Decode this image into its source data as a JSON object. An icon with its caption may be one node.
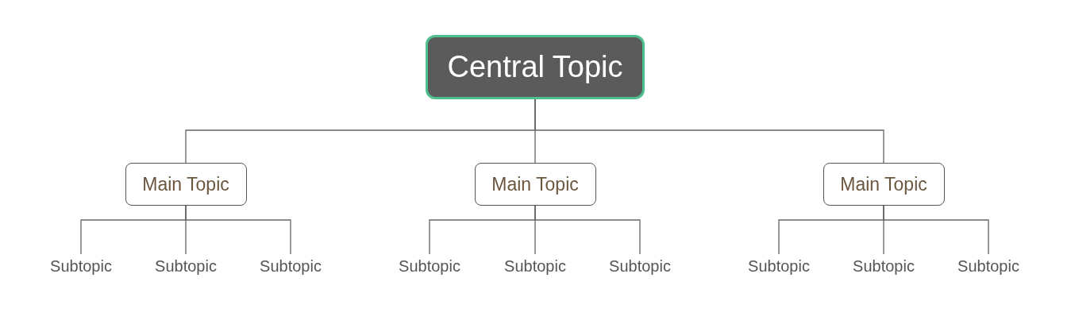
{
  "diagram": {
    "nodes": [
      {
        "text": [
          "Central Topic"
        ]
      },
      {
        "text": [
          "Main Topic"
        ]
      },
      {
        "text": [
          "Subtopic"
        ]
      },
      {
        "text": [
          "Subtopic"
        ]
      },
      {
        "text": [
          "Subtopic"
        ]
      },
      {
        "text": [
          "Main Topic"
        ]
      },
      {
        "text": [
          "Subtopic"
        ]
      },
      {
        "text": [
          "Subtopic"
        ]
      },
      {
        "text": [
          "Subtopic"
        ]
      },
      {
        "text": [
          "Main Topic"
        ]
      },
      {
        "text": [
          "Subtopic"
        ]
      },
      {
        "text": [
          "Subtopic"
        ]
      },
      {
        "text": [
          "Subtopic"
        ]
      }
    ],
    "edges": [
      {
        "from": 0,
        "to": 1,
        "arrow": "none"
      },
      {
        "from": 0,
        "to": 5,
        "arrow": "none"
      },
      {
        "from": 0,
        "to": 9,
        "arrow": "none"
      },
      {
        "from": 1,
        "to": 2,
        "arrow": "none"
      },
      {
        "from": 1,
        "to": 3,
        "arrow": "none"
      },
      {
        "from": 1,
        "to": 4,
        "arrow": "none"
      },
      {
        "from": 5,
        "to": 6,
        "arrow": "none"
      },
      {
        "from": 5,
        "to": 7,
        "arrow": "none"
      },
      {
        "from": 5,
        "to": 8,
        "arrow": "none"
      },
      {
        "from": 9,
        "to": 10,
        "arrow": "none"
      },
      {
        "from": 9,
        "to": 11,
        "arrow": "none"
      },
      {
        "from": 9,
        "to": 12,
        "arrow": "none"
      }
    ]
  }
}
